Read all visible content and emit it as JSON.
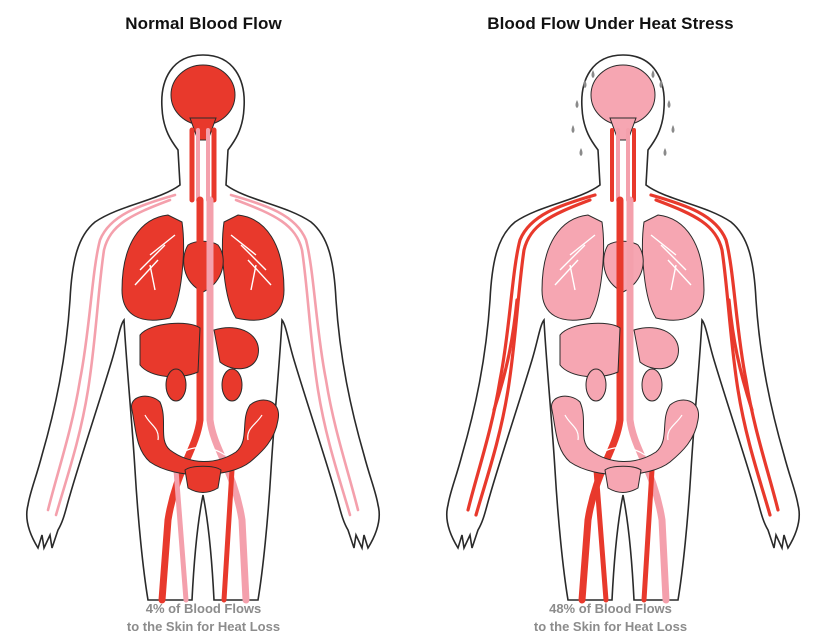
{
  "colors": {
    "vessel_dark": "#e8392c",
    "vessel_light": "#f4a0ac",
    "organ_normal": "#e8392c",
    "organ_stress": "#f6a6b2",
    "outline": "#2a2a2a",
    "caption": "#8c8c8c"
  },
  "panels": [
    {
      "title": "Normal Blood Flow",
      "caption_line1": "4% of Blood Flows",
      "caption_line2": "to the Skin for Heat Loss",
      "state": "normal",
      "skin_flow_percent": 4
    },
    {
      "title": "Blood Flow Under Heat Stress",
      "caption_line1": "48% of Blood Flows",
      "caption_line2": "to the Skin for Heat Loss",
      "state": "heat-stress",
      "skin_flow_percent": 48
    }
  ]
}
